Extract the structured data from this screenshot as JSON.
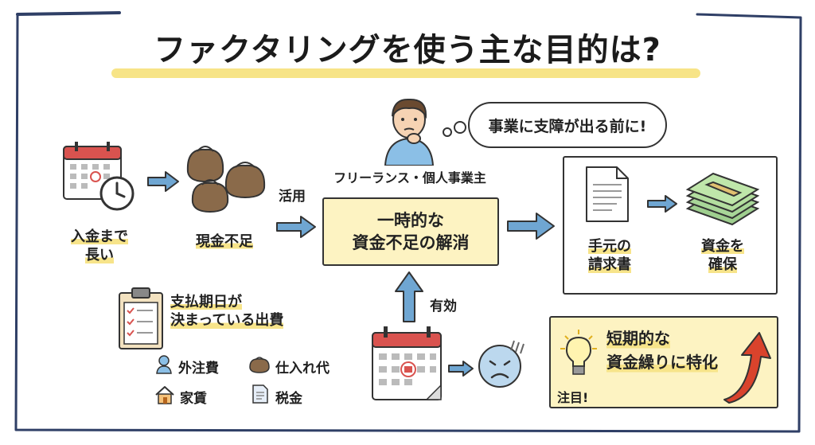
{
  "title": "ファクタリングを使う主な目的は?",
  "bubble": "事業に支障が出る前に!",
  "person_label": "フリーランス・個人事業主",
  "left": {
    "long_wait": [
      "入金まで",
      "長い"
    ],
    "cash_shortage": "現金不足",
    "use_label": "活用"
  },
  "center_box": [
    "一時的な",
    "資金不足の解消"
  ],
  "right_box": {
    "invoice_label": [
      "手元の",
      "請求書"
    ],
    "secure_label": [
      "資金を",
      "確保"
    ]
  },
  "expenses": {
    "heading": [
      "支払期日が",
      "決まっている出費"
    ],
    "items": [
      "外注費",
      "仕入れ代",
      "家賃",
      "税金"
    ]
  },
  "effective_label": "有効",
  "tip": {
    "text": [
      "短期的な",
      "資金繰りに特化"
    ],
    "note": "注目!"
  },
  "colors": {
    "arrow_blue": "#6fa6d2",
    "highlight_yellow": "#f6df72",
    "box_yellow": "#fdf3c2",
    "calendar_red": "#d9534f",
    "frame_navy": "#2f3f66",
    "red_arrow": "#d9432c"
  },
  "icons": [
    "calendar-icon",
    "clock-icon",
    "coin-purse-icon",
    "person-icon",
    "document-icon",
    "money-stack-icon",
    "clipboard-icon",
    "house-icon",
    "tax-document-icon",
    "worried-face-icon",
    "lightbulb-icon",
    "up-arrow-icon"
  ]
}
